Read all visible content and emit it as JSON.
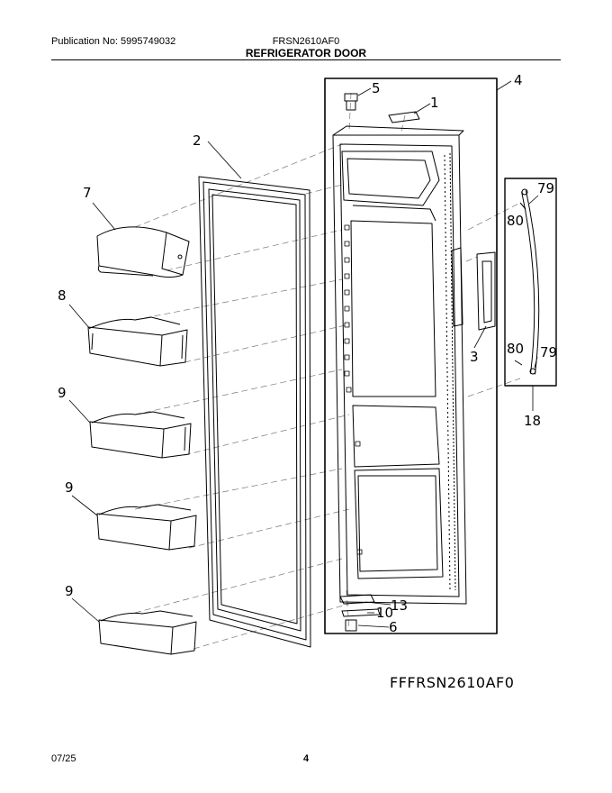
{
  "header": {
    "publication": "Publication No: 5995749032",
    "model": "FRSN2610AF0",
    "title": "REFRIGERATOR DOOR"
  },
  "footer": {
    "date": "07/25",
    "page": "4"
  },
  "diagram": {
    "code": "FFFRSN2610AF0",
    "callouts": {
      "c1": "1",
      "c2": "2",
      "c3": "3",
      "c4": "4",
      "c5": "5",
      "c6": "6",
      "c7": "7",
      "c8": "8",
      "c9a": "9",
      "c9b": "9",
      "c9c": "9",
      "c10": "10",
      "c13": "13",
      "c18": "18",
      "c79a": "79",
      "c79b": "79",
      "c80a": "80",
      "c80b": "80"
    }
  }
}
